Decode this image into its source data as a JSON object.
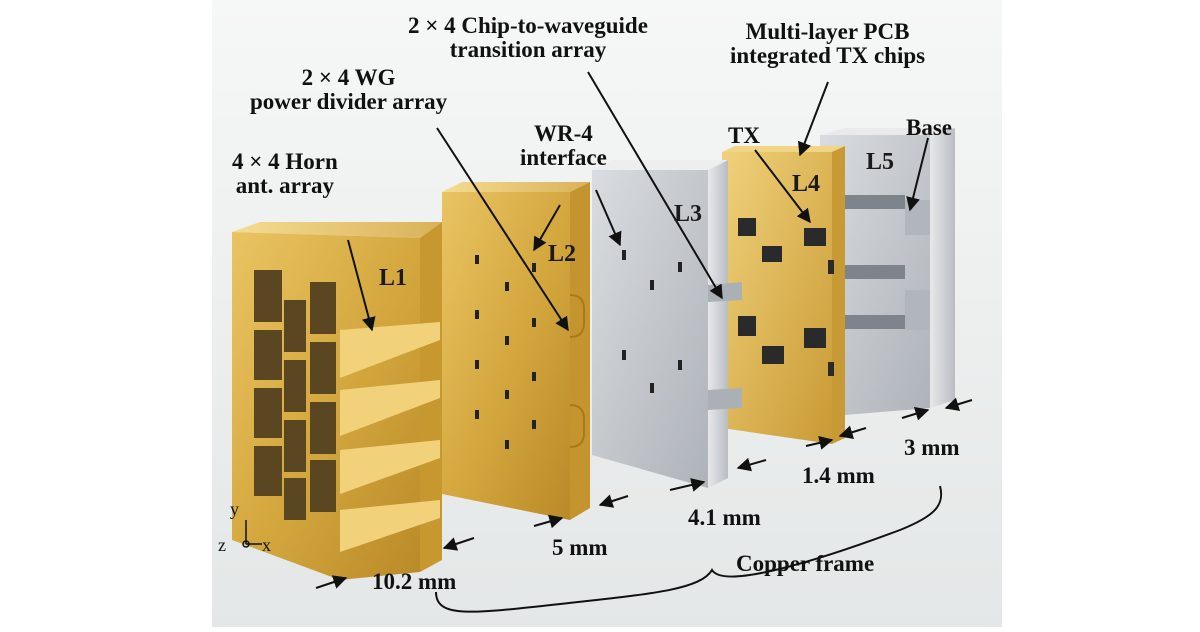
{
  "labels": {
    "horn": [
      "4 × 4 Horn",
      "ant. array"
    ],
    "divider": [
      "2 × 4 WG",
      "power divider array"
    ],
    "transition": [
      "2 × 4 Chip-to-waveguide",
      "transition array"
    ],
    "pcb": [
      "Multi-layer PCB",
      "integrated TX chips"
    ],
    "wr4": [
      "WR-4",
      "interface"
    ],
    "tx": "TX",
    "base": "Base",
    "frame": "Copper frame"
  },
  "layers": [
    "L1",
    "L2",
    "L3",
    "L4",
    "L5"
  ],
  "dimensions": [
    "10.2 mm",
    "5 mm",
    "4.1 mm",
    "1.4 mm",
    "3 mm"
  ],
  "axes": {
    "y": "y",
    "z": "z",
    "x": "x"
  },
  "colors": {
    "gold": "#d7a83f",
    "gold_dark": "#a87a1c",
    "silver": "#c7cbd0",
    "silver_dark": "#9aa0a6",
    "background": "#eef0f0"
  }
}
